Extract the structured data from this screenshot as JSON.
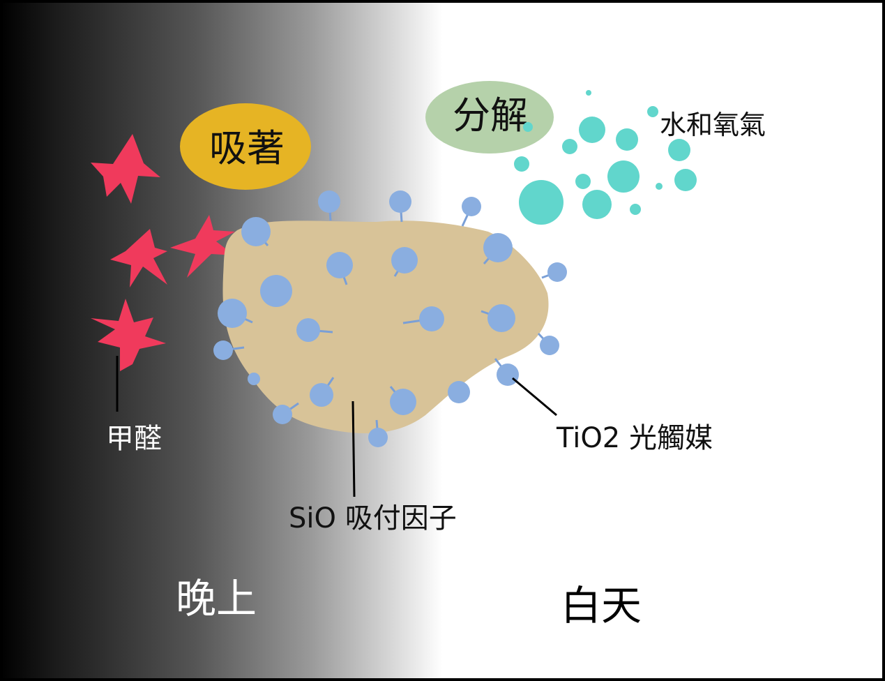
{
  "labels": {
    "adsorb": "吸著",
    "decompose": "分解",
    "water_oxygen": "水和氧氣",
    "formaldehyde": "甲醛",
    "tio2": "TiO2 光觸媒",
    "sio": "SiO 吸付因子",
    "night": "晚上",
    "day": "白天"
  },
  "colors": {
    "adsorb_bubble": "#e6b424",
    "decompose_bubble": "#b5d1aa",
    "water_oxygen_bubbles": "#61d6cc",
    "formaldehyde": "#f03a5c",
    "particle": "#d8c398",
    "tio2": "#8aaee0",
    "stem": "#7a9fd6",
    "night_label": "#ffffff",
    "day_label": "#000000"
  }
}
